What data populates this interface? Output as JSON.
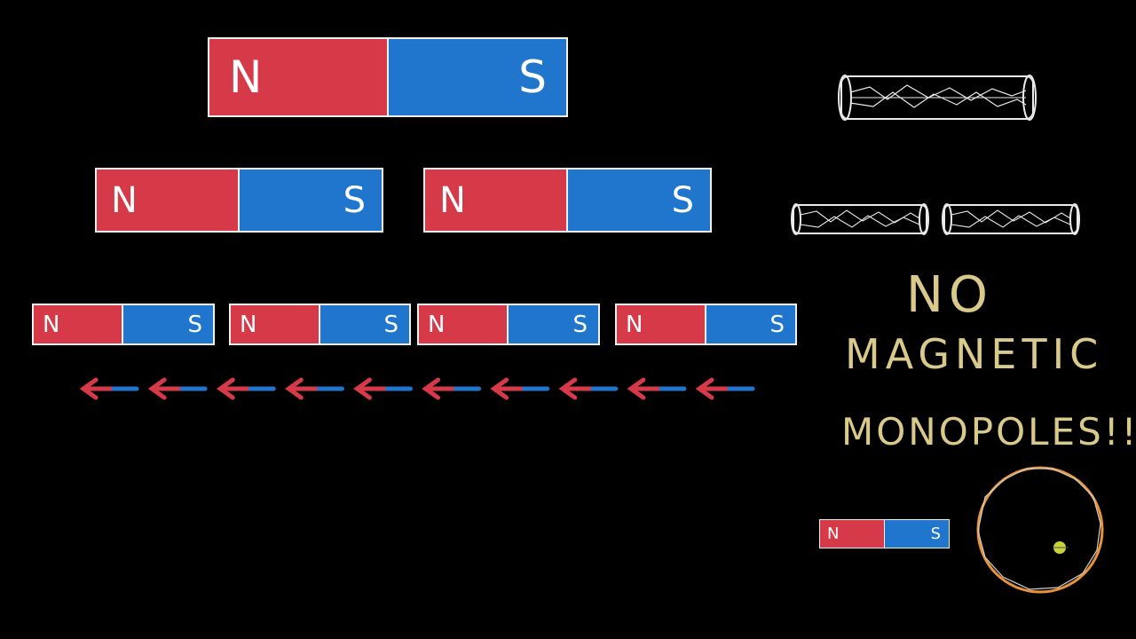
{
  "magnets": {
    "big": [
      {
        "north": "N",
        "south": "S"
      }
    ],
    "medium": [
      {
        "north": "N",
        "south": "S"
      },
      {
        "north": "N",
        "south": "S"
      }
    ],
    "small": [
      {
        "north": "N",
        "south": "S"
      },
      {
        "north": "N",
        "south": "S"
      },
      {
        "north": "N",
        "south": "S"
      },
      {
        "north": "N",
        "south": "S"
      }
    ],
    "tiny": [
      {
        "north": "N",
        "south": "S"
      }
    ]
  },
  "caption": {
    "line1": "NO",
    "line2": "MAGNETIC",
    "line3": "MONOPOLES!!"
  },
  "colors": {
    "north": "#d63a48",
    "south": "#1f76cc",
    "chalk": "#d9c98a",
    "ring": "#e8933a"
  },
  "arrow_count": 10
}
